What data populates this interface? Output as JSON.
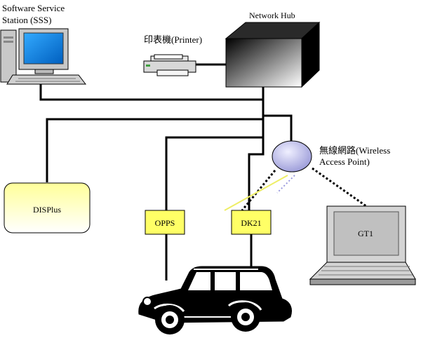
{
  "nodes": {
    "sss": {
      "line1": "Software Service",
      "line2": "Station (SSS)",
      "icon": "desktop-computer-icon"
    },
    "printer": {
      "label": "印表機(Printer)",
      "icon": "printer-icon"
    },
    "hub": {
      "label": "Network Hub",
      "icon": "network-hub-icon"
    },
    "wap": {
      "line1": "無線網路(Wireless",
      "line2": "Access Point)",
      "icon": "wireless-access-point-icon"
    },
    "displus": {
      "label": "DISPlus"
    },
    "opps": {
      "label": "OPPS"
    },
    "dk21": {
      "label": "DK21"
    },
    "gt1": {
      "label": "GT1",
      "icon": "laptop-icon"
    },
    "car": {
      "icon": "vintage-car-icon"
    }
  },
  "colors": {
    "module_fill": "#ffff66",
    "displus_fill_top": "#ffff99",
    "displus_fill_bottom": "#ffffff",
    "wap_fill": "#c8c8f0",
    "hub_front_dark": "#000000",
    "line": "#000000"
  }
}
